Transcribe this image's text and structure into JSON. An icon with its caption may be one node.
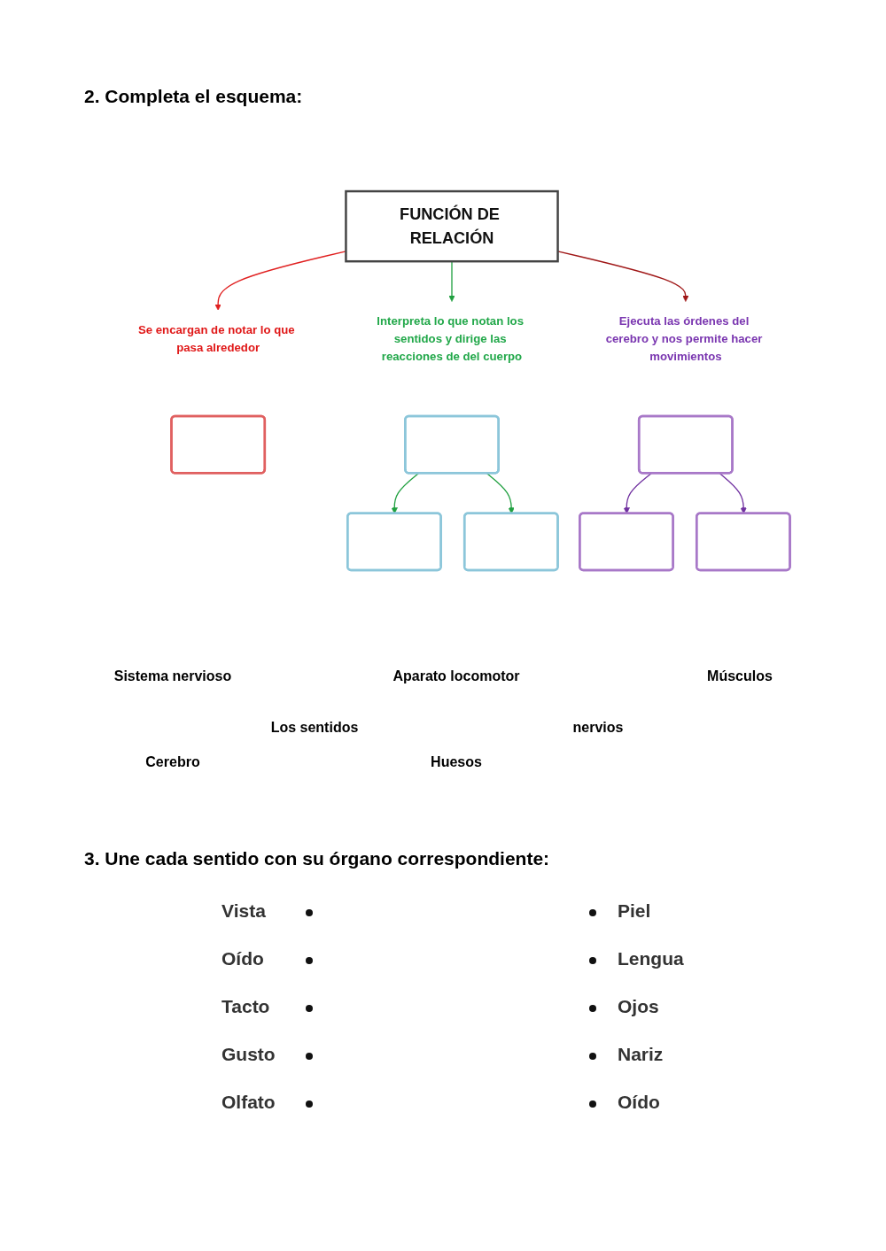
{
  "diagram": {
    "title": "2. Completa el esquema:",
    "nodes": [
      {
        "text": [
          "FUNCIÓN DE RELACIÓN"
        ]
      },
      {
        "text": [
          "Se encargan de notar lo que pasa alrededor"
        ]
      },
      {
        "text": [
          "Interpreta lo que notan los sentidos y dirige las reacciones de del cuerpo"
        ]
      },
      {
        "text": [
          "Ejecuta las órdenes del cerebro y nos permite hacer movimientos"
        ]
      },
      {
        "text": [],
        "shape": "box"
      },
      {
        "text": [],
        "shape": "box"
      },
      {
        "text": [],
        "shape": "box"
      },
      {
        "text": [],
        "shape": "box"
      },
      {
        "text": [],
        "shape": "box"
      },
      {
        "text": [],
        "shape": "box"
      },
      {
        "text": [],
        "shape": "box"
      }
    ],
    "edges": [
      {
        "from": 0,
        "to": 1,
        "arrow": "to",
        "color": "#e02020"
      },
      {
        "from": 0,
        "to": 2,
        "arrow": "to"
      },
      {
        "from": 0,
        "to": 3,
        "arrow": "to",
        "color": "#a01818"
      },
      {
        "from": 5,
        "to": 7,
        "arrow": "to"
      },
      {
        "from": 5,
        "to": 8,
        "arrow": "to"
      },
      {
        "from": 6,
        "to": 9,
        "arrow": "to",
        "color": "#7030a0"
      },
      {
        "from": 6,
        "to": 10,
        "arrow": "to",
        "color": "#7030a0"
      }
    ],
    "labels": [
      "Sistema nervioso",
      "Aparato locomotor",
      "Músculos",
      "Los sentidos",
      "nervios",
      "Cerebro",
      "Huesos",
      "3. Une cada sentido con su órgano correspondiente:",
      "Vista",
      "Piel",
      "Oído",
      "Lengua",
      "Tacto",
      "Ojos",
      "Gusto",
      "Nariz",
      "Olfato",
      "Oído"
    ]
  }
}
